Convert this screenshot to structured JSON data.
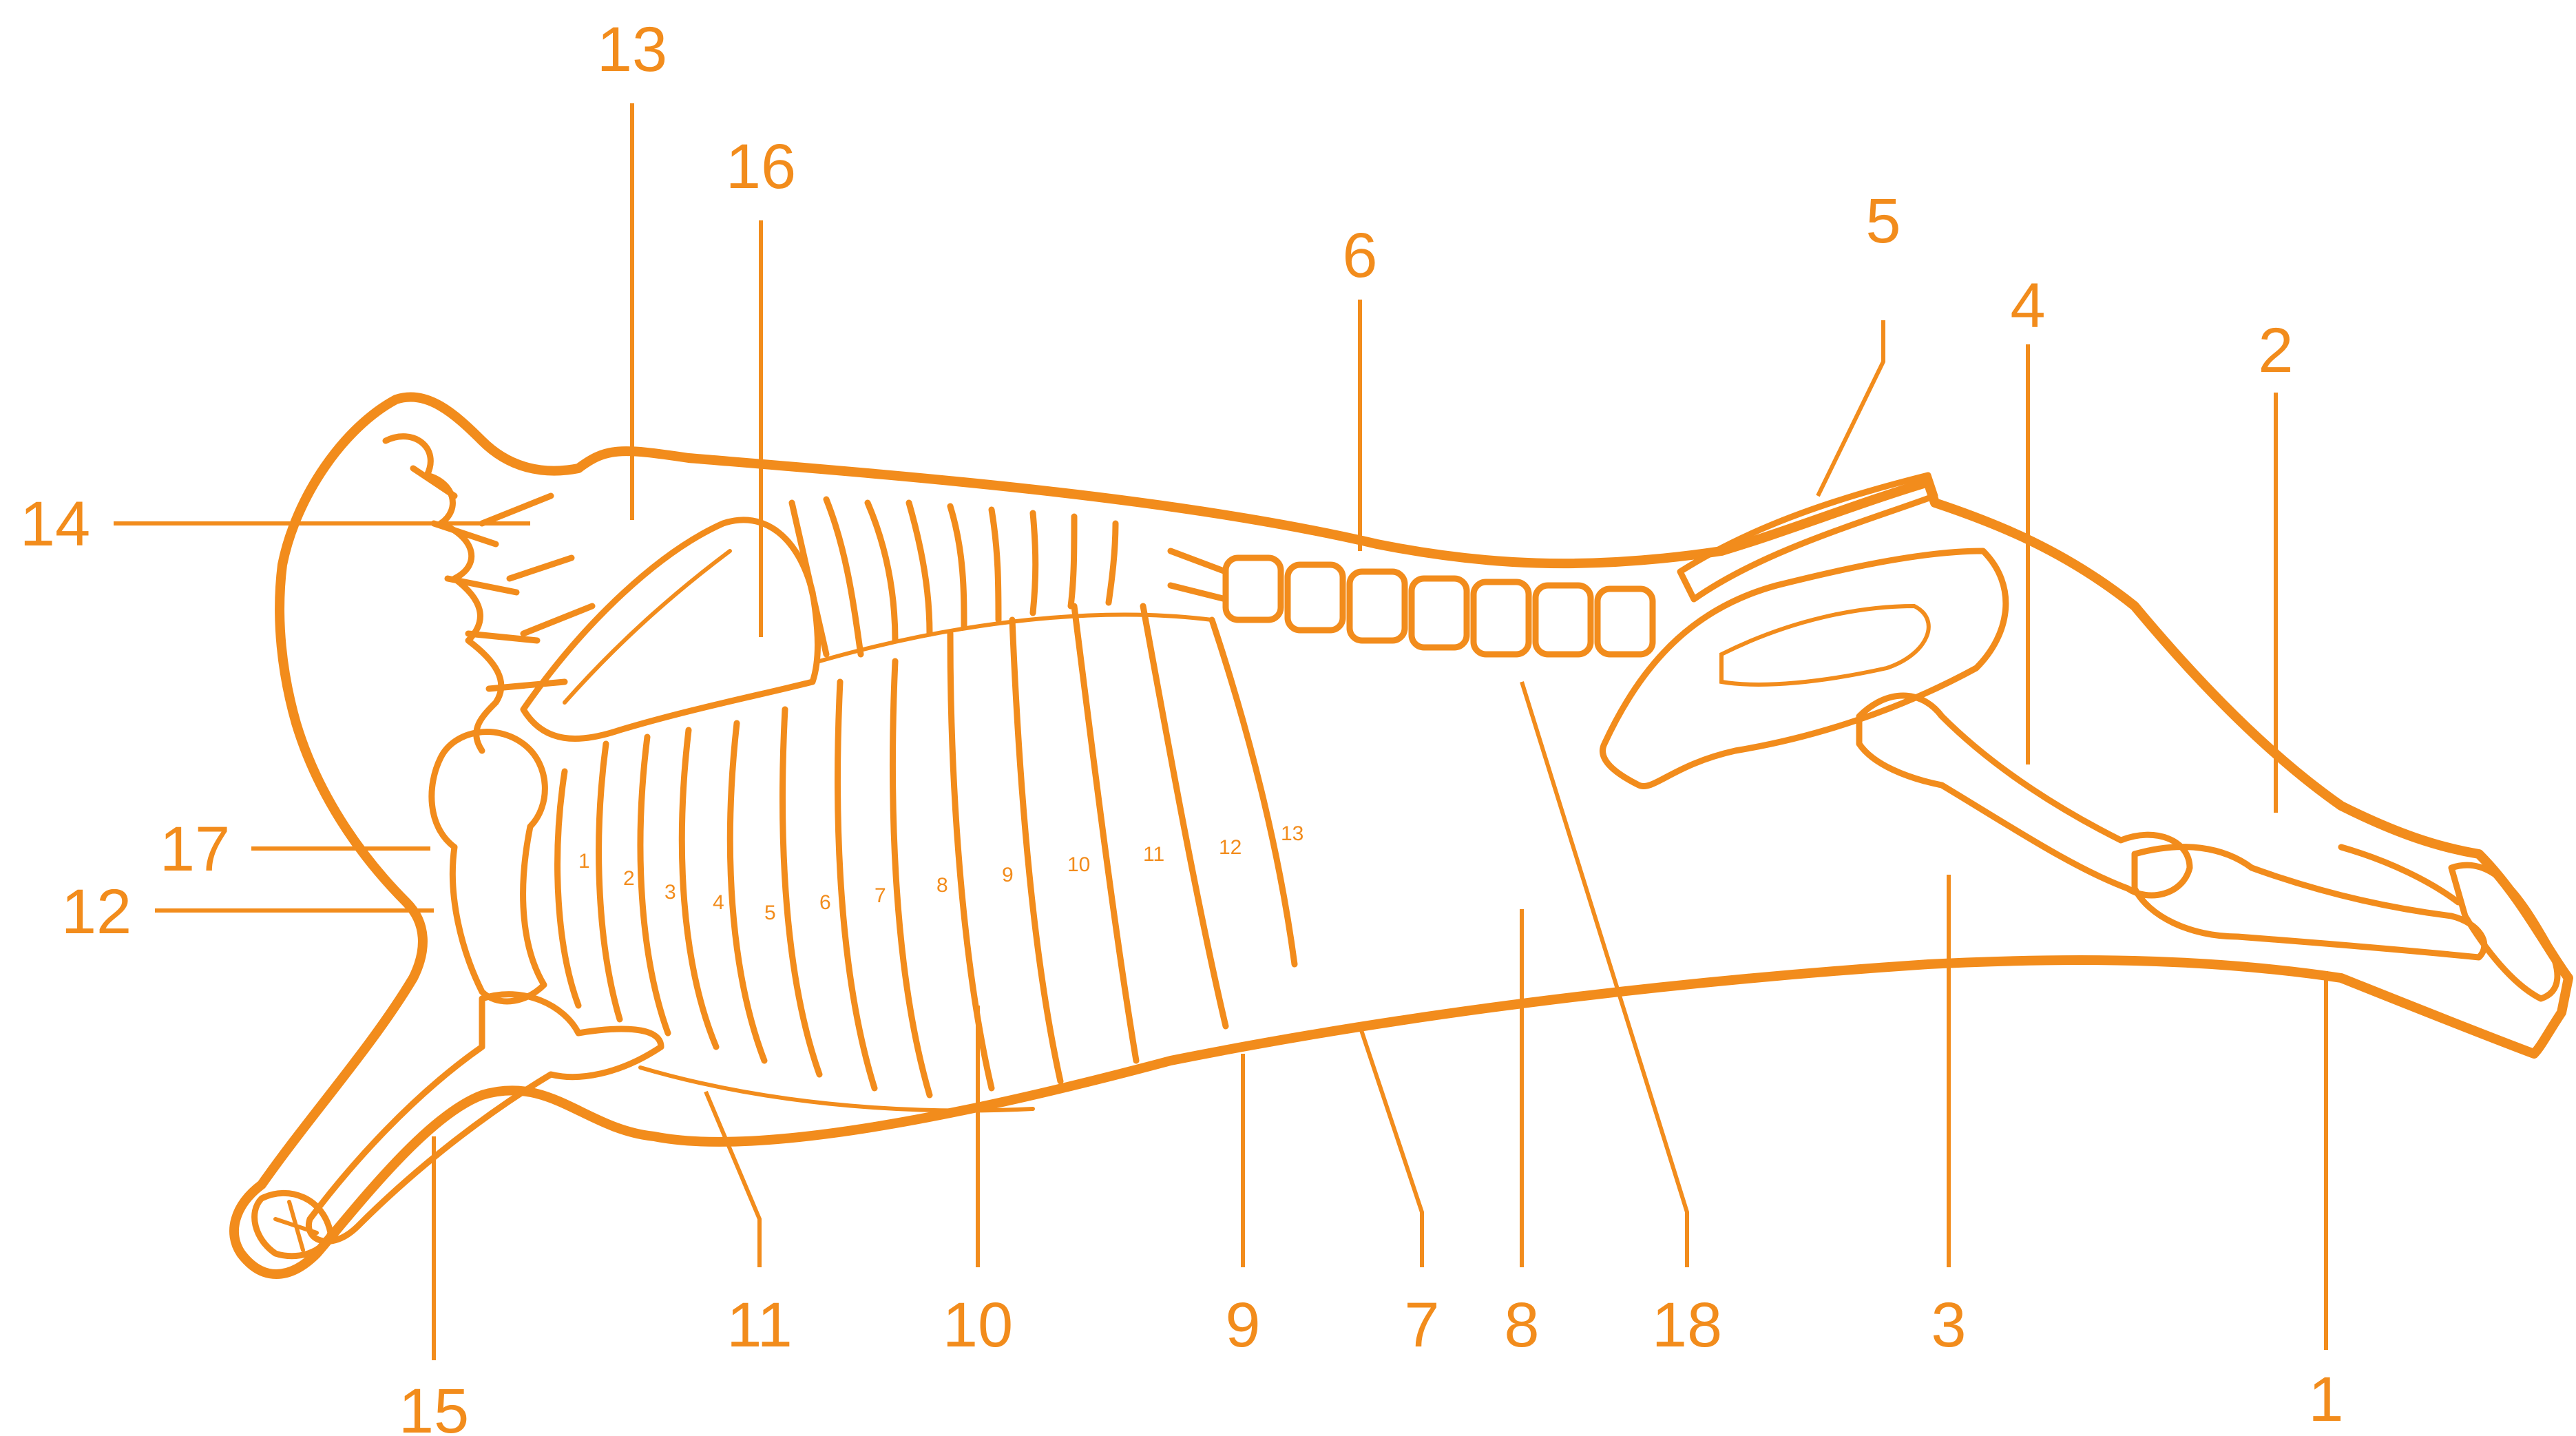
{
  "labels": {
    "l1": "1",
    "l2": "2",
    "l3": "3",
    "l4": "4",
    "l5": "5",
    "l6": "6",
    "l7": "7",
    "l8": "8",
    "l9": "9",
    "l10": "10",
    "l11": "11",
    "l12": "12",
    "l13": "13",
    "l14": "14",
    "l15": "15",
    "l16": "16",
    "l17": "17",
    "l18": "18"
  },
  "rib_numbers": [
    "1",
    "2",
    "3",
    "4",
    "5",
    "6",
    "7",
    "8",
    "9",
    "10",
    "11",
    "12",
    "13"
  ],
  "colors": {
    "accent": "#f28c1c",
    "background": "#ffffff"
  }
}
